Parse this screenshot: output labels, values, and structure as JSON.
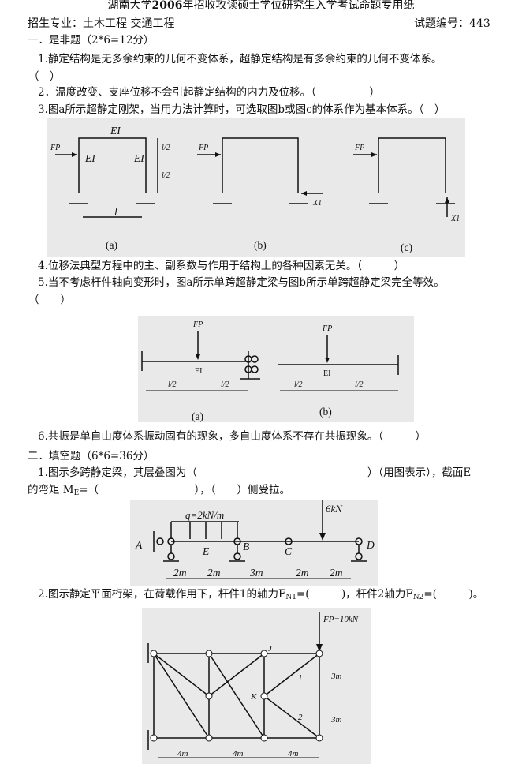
{
  "header": {
    "title_pre": "湖南大学",
    "year": "2006",
    "title_post": "年招收攻读硕士学位研究生入学考试命题专用纸",
    "major": "招生专业：土木工程 交通工程",
    "code": "试题编号：443"
  },
  "section1": {
    "title": "一．是非题（2*6=12分）",
    "q1": "1.静定结构是无多余约束的几何不变体系，超静定结构是有多余约束的几何不变体系。",
    "q1b": "（　）",
    "q2": "2．温度改变、支座位移不会引起静定结构的内力及位移。（　　　　　）",
    "q3": "3.图a所示超静定刚架，当用力法计算时，可选取图b或图c的体系作为基本体系。（　）",
    "q4": "4.位移法典型方程中的主、副系数与作用于结构上的各种因素无关。（　　　）",
    "q5": "5.当不考虑杆件轴向变形时，图a所示单跨超静定梁与图b所示单跨超静定梁完全等效。",
    "q5b": "（　　）",
    "q6": "6.共振是单自由度体系振动固有的现象，多自由度体系不存在共振现象。（　　　）"
  },
  "section2": {
    "title": "二．填空题（6*6=36分）",
    "f1a": "1.图示多跨静定梁，其层叠图为（　　　　　　　　　　　　　　　　）（用图表示），截面E",
    "f1b_pre": "的弯矩 M",
    "f1b_sub": "E",
    "f1b_post": "=（　　　　　　　　　），（　　）侧受拉。",
    "f2_pre": "2.图示静定平面桁架，在荷载作用下，杆件1的轴力F",
    "f2_sub1": "N1",
    "f2_mid": "=(　　　)，杆件2轴力F",
    "f2_sub2": "N2",
    "f2_post": "=(　　　)。"
  },
  "fig1": {
    "EI": "EI",
    "Fp": "FP",
    "X1": "X1",
    "l": "l",
    "l2": "l/2",
    "a": "(a)",
    "b": "(b)",
    "c": "(c)"
  },
  "fig2": {
    "Fp": "FP",
    "EI": "EI",
    "l2": "l/2",
    "a": "(a)",
    "b": "(b)"
  },
  "fig3": {
    "q": "q=2kN/m",
    "P": "6kN",
    "A": "A",
    "B": "B",
    "C": "C",
    "D": "D",
    "E": "E",
    "spans": [
      "2m",
      "2m",
      "3m",
      "2m",
      "2m"
    ]
  },
  "fig4": {
    "Fp": "FP=10kN",
    "J": "J",
    "K": "K",
    "m1": "1",
    "m2": "2",
    "h": "3m",
    "spans": [
      "4m",
      "4m",
      "4m"
    ]
  }
}
